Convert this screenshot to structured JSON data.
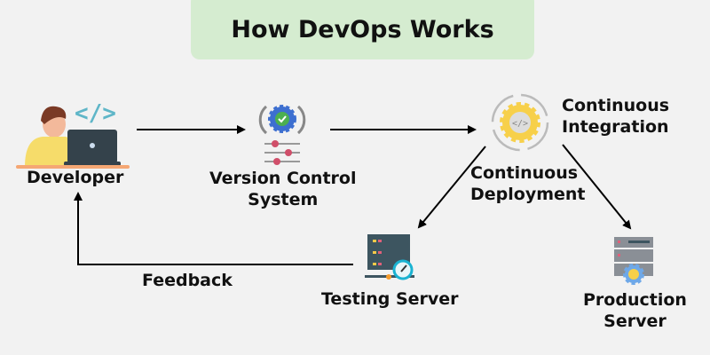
{
  "title": "How DevOps Works",
  "nodes": {
    "developer": "Developer",
    "vcs_line1": "Version Control",
    "vcs_line2": "System",
    "ci_line1": "Continuous",
    "ci_line2": "Integration",
    "cd_line1": "Continuous",
    "cd_line2": "Deployment",
    "testing": "Testing Server",
    "prod_line1": "Production",
    "prod_line2": "Server"
  },
  "edges": {
    "feedback": "Feedback"
  },
  "colors": {
    "title_bg": "#d5ecd0",
    "background": "#f2f2f2"
  }
}
